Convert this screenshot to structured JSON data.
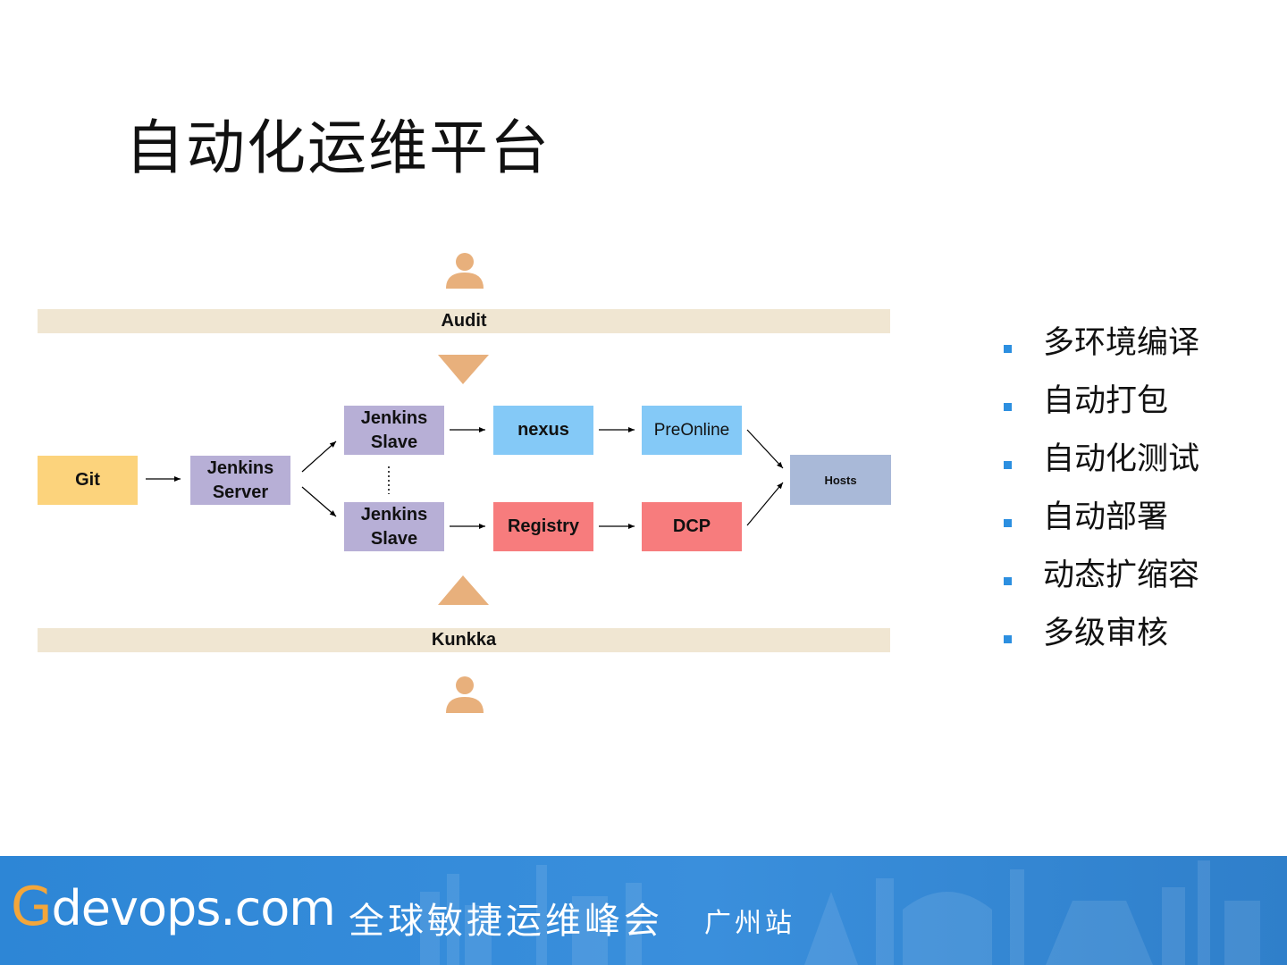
{
  "title": "自动化运维平台",
  "diagram": {
    "audit_label": "Audit",
    "kunkka_label": "Kunkka",
    "nodes": {
      "git": "Git",
      "jenkins_server": [
        "Jenkins",
        "Server"
      ],
      "jenkins_slave_top": [
        "Jenkins",
        "Slave"
      ],
      "jenkins_slave_bottom": [
        "Jenkins",
        "Slave"
      ],
      "nexus": "nexus",
      "registry": "Registry",
      "preonline": "PreOnline",
      "dcp": "DCP",
      "hosts": "Hosts"
    },
    "colors": {
      "band": "#f0e6d2",
      "person": "#e8b07c",
      "triangle": "#e8b07c",
      "git": "#fcd37c",
      "jenkins": "#b7afd6",
      "blue": "#84c9f7",
      "red": "#f77c7d",
      "hosts": "#a9b9d8"
    }
  },
  "features": [
    "多环境编译",
    "自动打包",
    "自动化测试",
    "自动部署",
    "动态扩缩容",
    "多级审核"
  ],
  "footer": {
    "logo_g": "G",
    "logo_rest": "devops.com",
    "event_name": "全球敏捷运维峰会",
    "station": "广州站",
    "bar_color": "#2d86d6"
  }
}
